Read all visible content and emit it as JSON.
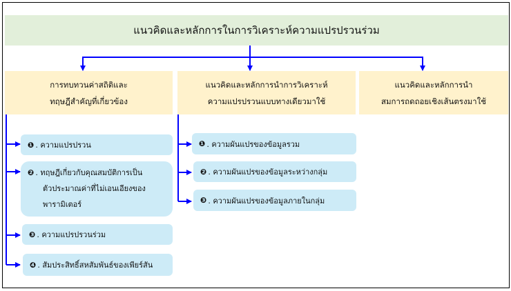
{
  "title": "แนวคิดและหลักการในการวิเคราะห์ความแปรปรวนร่วม",
  "columns": [
    {
      "line1": "การทบทวนค่าสถิติและ",
      "line2": "ทฤษฎีสำคัญที่เกี่ยวข้อง"
    },
    {
      "line1": "แนวคิดและหลักการนำการวิเคราะห์",
      "line2": "ความแปรปรวนแบบทางเดียวมาใช้"
    },
    {
      "line1": "แนวคิดและหลักการนำ",
      "line2": "สมการถดถอยเชิงเส้นตรงมาใช้"
    }
  ],
  "left_items": [
    {
      "num": "❶",
      "text": ". ความแปรปรวน"
    },
    {
      "num": "❷",
      "text": ". ทฤษฎีเกี่ยวกับคุณสมบัติการเป็น",
      "text2": "ตัวประมาณค่าที่ไม่เอนเอียงของ",
      "text3": "พารามิเตอร์"
    },
    {
      "num": "❸",
      "text": ". ความแปรปรวนร่วม"
    },
    {
      "num": "❹",
      "text": ". สัมประสิทธิ์สหสัมพันธ์ของเพียร์สัน"
    }
  ],
  "middle_items": [
    {
      "num": "❶",
      "text": ". ความผันแปรของข้อมูลรวม"
    },
    {
      "num": "❷",
      "text": ". ความผันแปรของข้อมูลระหว่างกลุ่ม"
    },
    {
      "num": "❸",
      "text": ". ความผันแปรของข้อมูลภายในกลุ่ม"
    }
  ],
  "colors": {
    "connector": "#0000ff",
    "title_bg": "#e2efda",
    "column_bg": "#fff2cc",
    "item_bg": "#cdebf7"
  }
}
